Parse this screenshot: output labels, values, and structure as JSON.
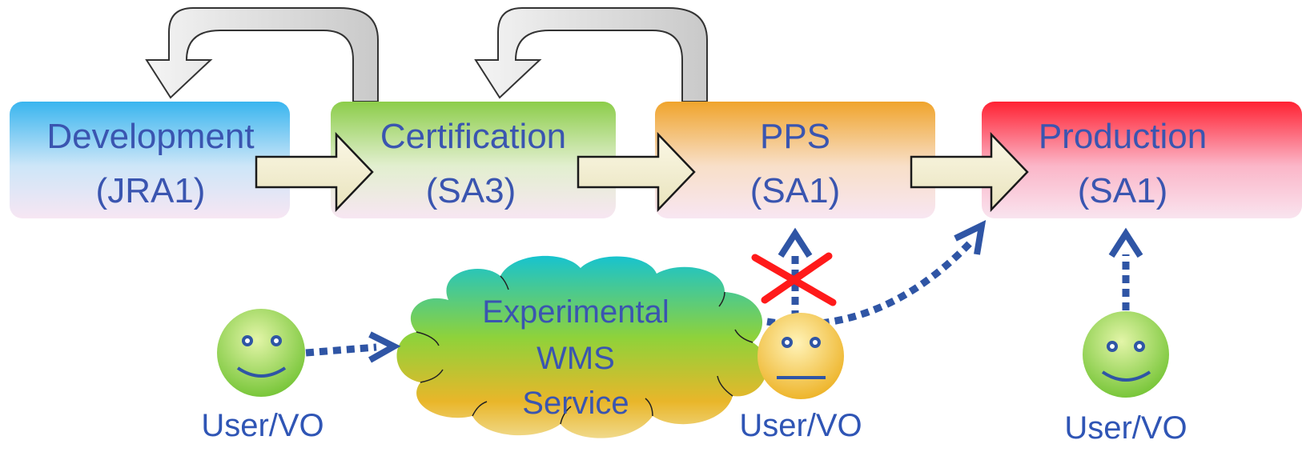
{
  "stages": [
    {
      "title": "Development",
      "subtitle": "(JRA1)"
    },
    {
      "title": "Certification",
      "subtitle": "(SA3)"
    },
    {
      "title": "PPS",
      "subtitle": "(SA1)"
    },
    {
      "title": "Production",
      "subtitle": "(SA1)"
    }
  ],
  "cloud": {
    "line1": "Experimental",
    "line2": "WMS",
    "line3": "Service"
  },
  "users": [
    {
      "label": "User/VO",
      "mood": "happy"
    },
    {
      "label": "User/VO",
      "mood": "neutral"
    },
    {
      "label": "User/VO",
      "mood": "happy"
    }
  ],
  "colors": {
    "development": "#3fb8ee",
    "certification": "#8fcf4d",
    "pps": "#f0a830",
    "production": "#ff2a3a",
    "dotted_arrow": "#2f55a5",
    "blocked_mark": "#ff1a1a"
  },
  "blocked_path": "pps"
}
